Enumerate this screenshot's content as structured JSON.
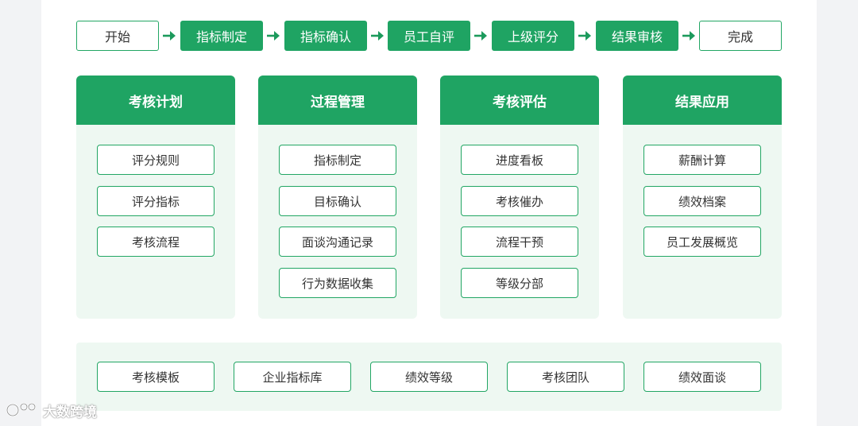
{
  "flow": {
    "steps": [
      "开始",
      "指标制定",
      "指标确认",
      "员工自评",
      "上级评分",
      "结果审核",
      "完成"
    ]
  },
  "columns": [
    {
      "title": "考核计划",
      "items": [
        "评分规则",
        "评分指标",
        "考核流程"
      ]
    },
    {
      "title": "过程管理",
      "items": [
        "指标制定",
        "目标确认",
        "面谈沟通记录",
        "行为数据收集"
      ]
    },
    {
      "title": "考核评估",
      "items": [
        "进度看板",
        "考核催办",
        "流程干预",
        "等级分部"
      ]
    },
    {
      "title": "结果应用",
      "items": [
        "薪酬计算",
        "绩效档案",
        "员工发展概览"
      ]
    }
  ],
  "bottom": {
    "items": [
      "考核模板",
      "企业指标库",
      "绩效等级",
      "考核团队",
      "绩效面谈"
    ]
  },
  "watermark": {
    "text": "大数跨境"
  },
  "colors": {
    "accent": "#1fa463",
    "panel_bg": "#eef8f2",
    "text": "#333333"
  }
}
